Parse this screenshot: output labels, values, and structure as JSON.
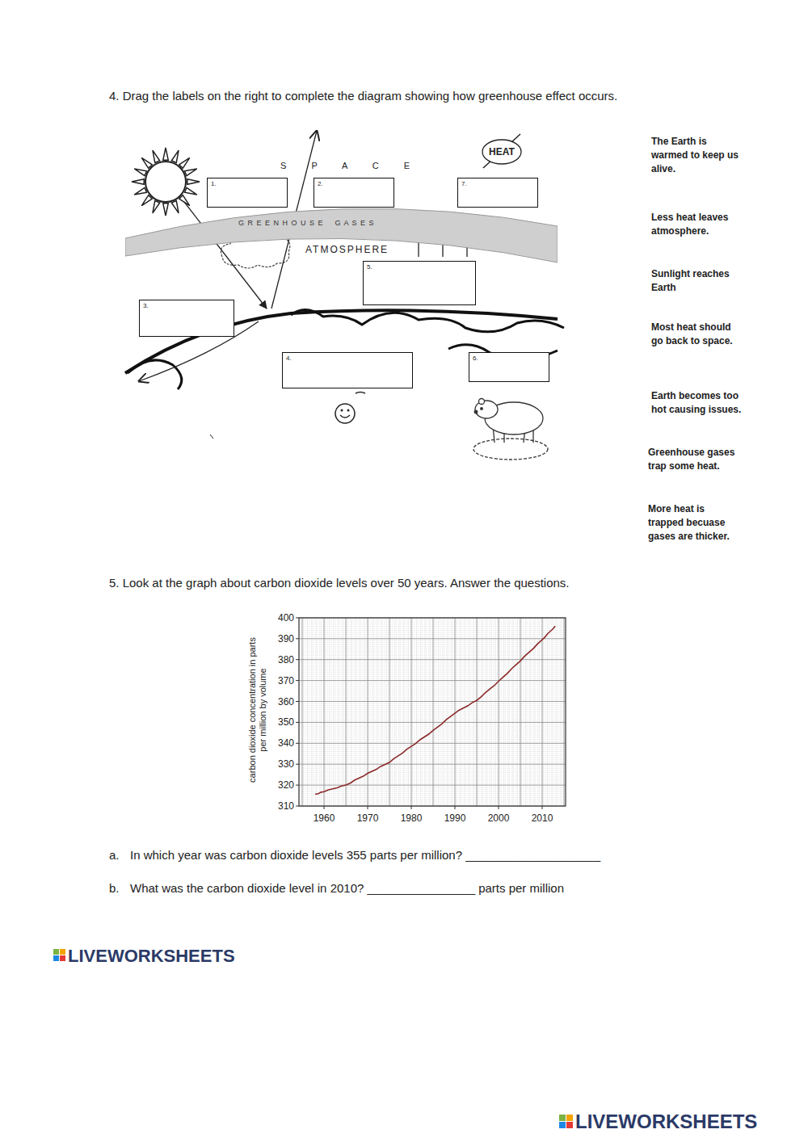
{
  "diagram": {
    "nodes": [
      {
        "text": [
          "HEAT"
        ]
      },
      {
        "text": [
          "1."
        ]
      },
      {
        "text": [
          "2."
        ]
      },
      {
        "text": [
          "7."
        ]
      },
      {
        "text": [
          "G R E E N H O U S E    G A S E S"
        ]
      },
      {
        "text": [
          "5."
        ]
      },
      {
        "text": [
          "3."
        ]
      },
      {
        "text": [
          "4."
        ]
      },
      {
        "text": [
          "6."
        ]
      }
    ],
    "labels": [
      "4.   Drag the labels on the right to complete the diagram showing how greenhouse effect occurs.",
      "S P A C E",
      "ATMOSPHERE",
      "The Earth is warmed to keep us alive.",
      "Less heat leaves atmosphere.",
      "Sunlight reaches Earth",
      "Most heat should go back to space.",
      "Earth becomes too hot causing issues.",
      "Greenhouse gases trap some heat.",
      "More heat is trapped becuase gases are thicker.",
      "5.    Look at the graph about carbon dioxide levels over 50 years. Answer the questions.",
      "carbon dioxide concentration in parts per million by volume",
      "400",
      "390",
      "380",
      "370",
      "360",
      "350",
      "340",
      "330",
      "320",
      "310",
      "1960",
      "1970",
      "1980",
      "1990",
      "2000",
      "2010",
      "a.",
      "In which year was carbon dioxide levels 355 parts per million? ____________________",
      "b.",
      "What was the carbon dioxide level in 2010? ________________   parts per million",
      "LIVEWORKSHEETS",
      "LIVEWORKSHEETS"
    ]
  }
}
